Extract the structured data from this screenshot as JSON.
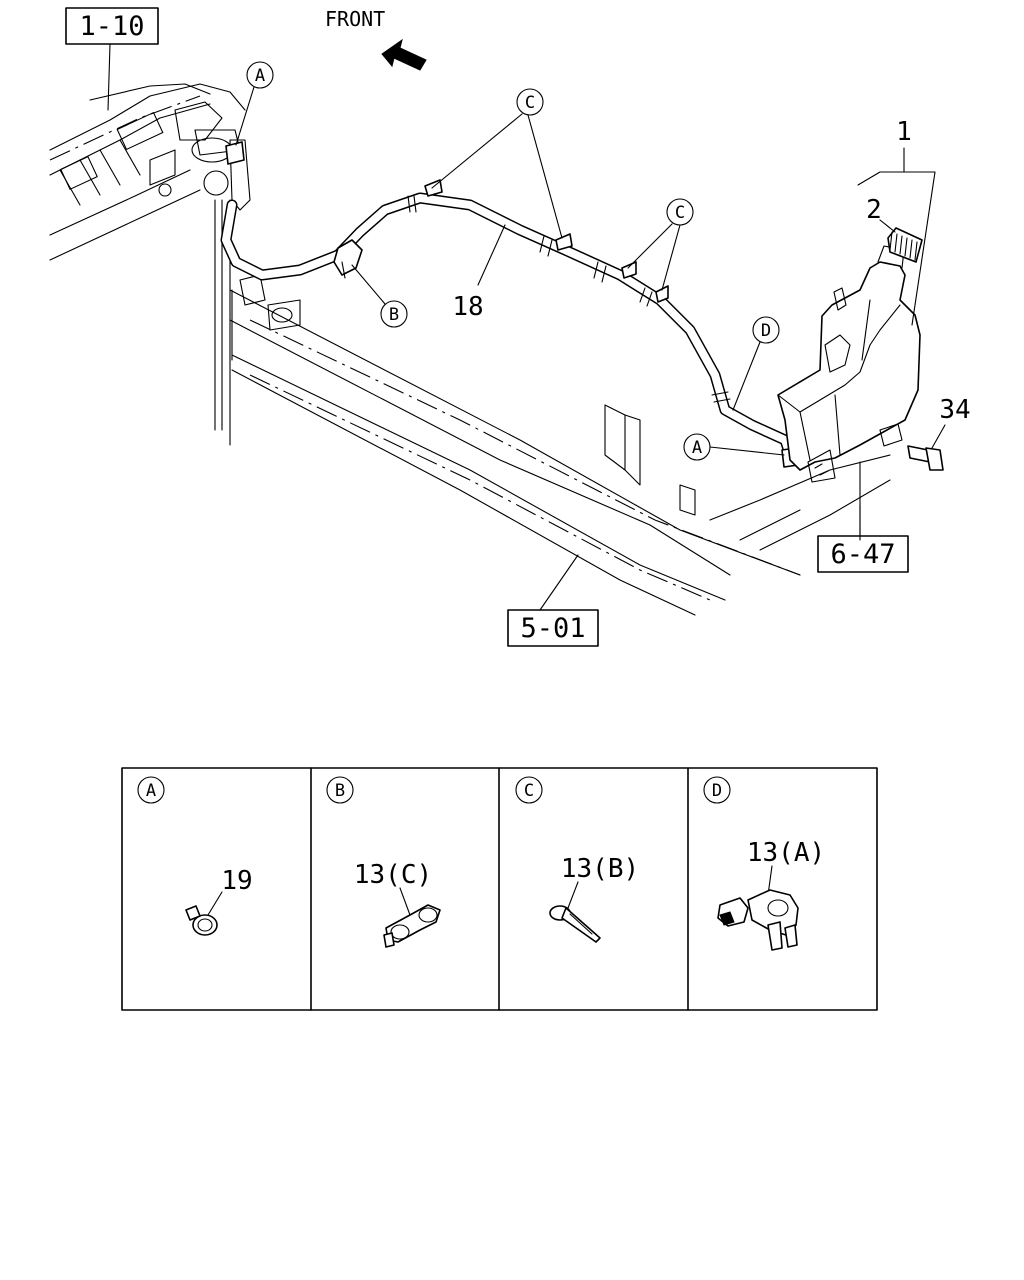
{
  "direction_label": "FRONT",
  "ref_boxes": {
    "r1": "1-10",
    "r2": "6-47",
    "r3": "5-01"
  },
  "parts": {
    "p1": "1",
    "p2": "2",
    "p34": "34",
    "p18": "18"
  },
  "letters": {
    "a": "A",
    "b": "B",
    "c": "C",
    "d": "D"
  },
  "detail_panels": [
    {
      "letter": "A",
      "part": "19"
    },
    {
      "letter": "B",
      "part": "13(C)"
    },
    {
      "letter": "C",
      "part": "13(B)"
    },
    {
      "letter": "D",
      "part": "13(A)"
    }
  ]
}
